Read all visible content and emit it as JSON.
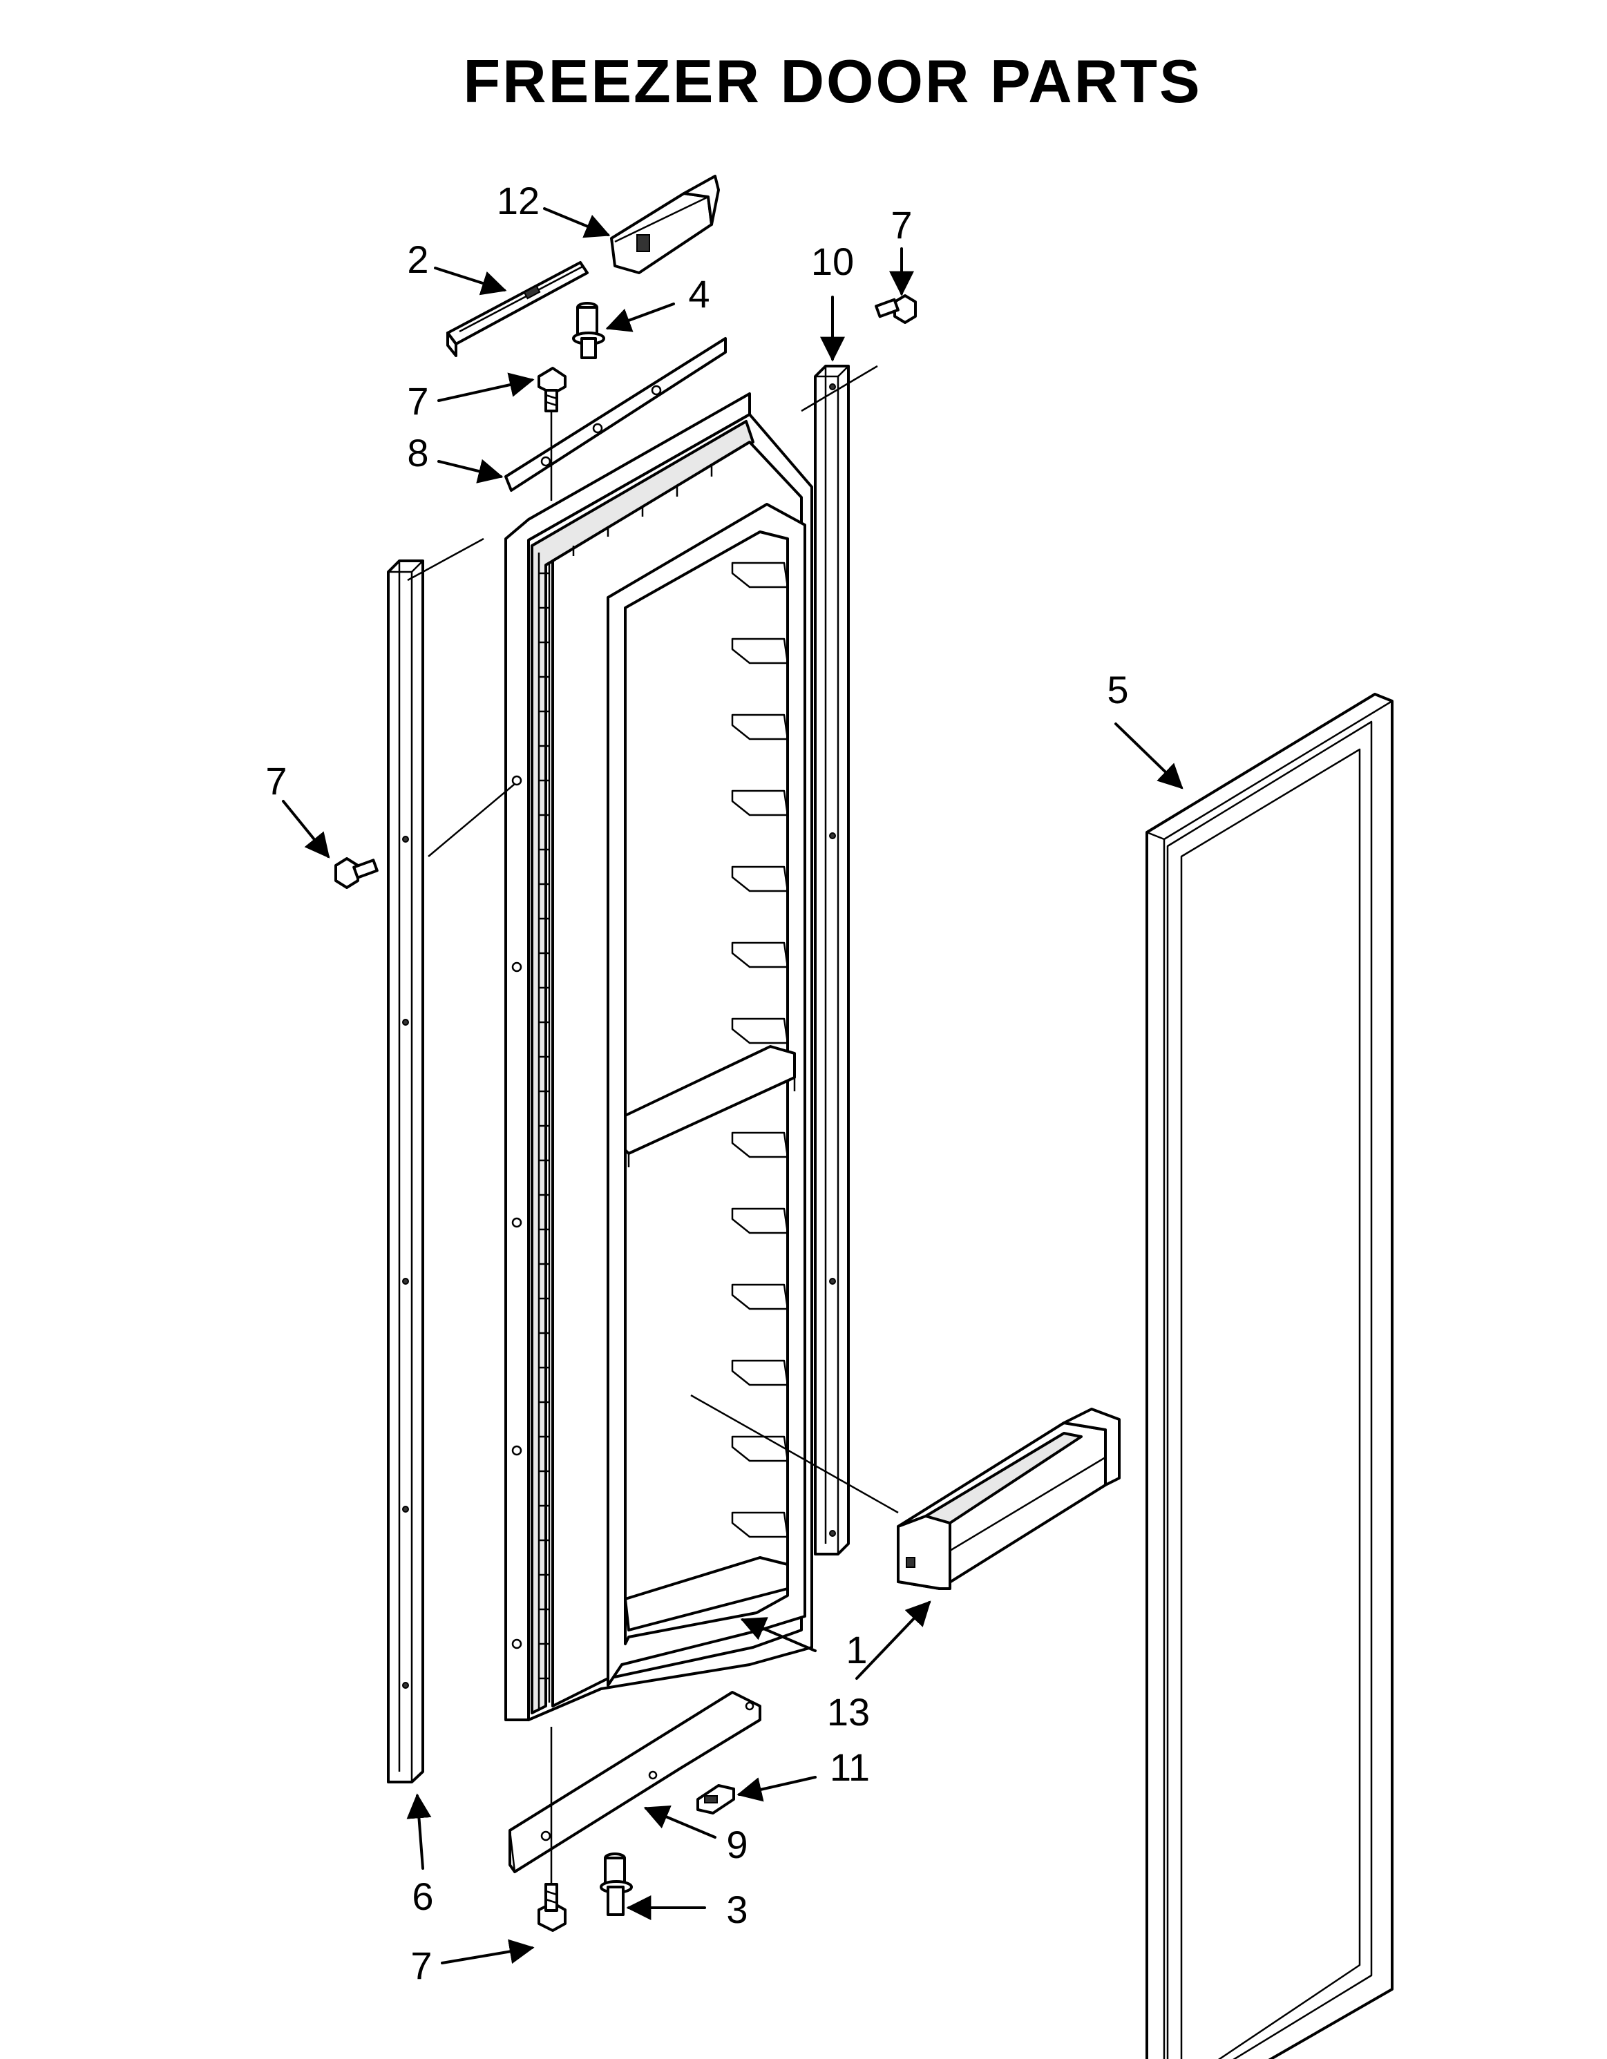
{
  "title": "FREEZER DOOR PARTS",
  "callouts": [
    {
      "id": "c12",
      "text": "12"
    },
    {
      "id": "c2",
      "text": "2"
    },
    {
      "id": "c4",
      "text": "4"
    },
    {
      "id": "c7a",
      "text": "7"
    },
    {
      "id": "c8",
      "text": "8"
    },
    {
      "id": "c10",
      "text": "10"
    },
    {
      "id": "c7b",
      "text": "7"
    },
    {
      "id": "c5",
      "text": "5"
    },
    {
      "id": "c7c",
      "text": "7"
    },
    {
      "id": "c1",
      "text": "1"
    },
    {
      "id": "c13",
      "text": "13"
    },
    {
      "id": "c11",
      "text": "11"
    },
    {
      "id": "c9",
      "text": "9"
    },
    {
      "id": "c3",
      "text": "3"
    },
    {
      "id": "c6",
      "text": "6"
    },
    {
      "id": "c7d",
      "text": "7"
    }
  ]
}
